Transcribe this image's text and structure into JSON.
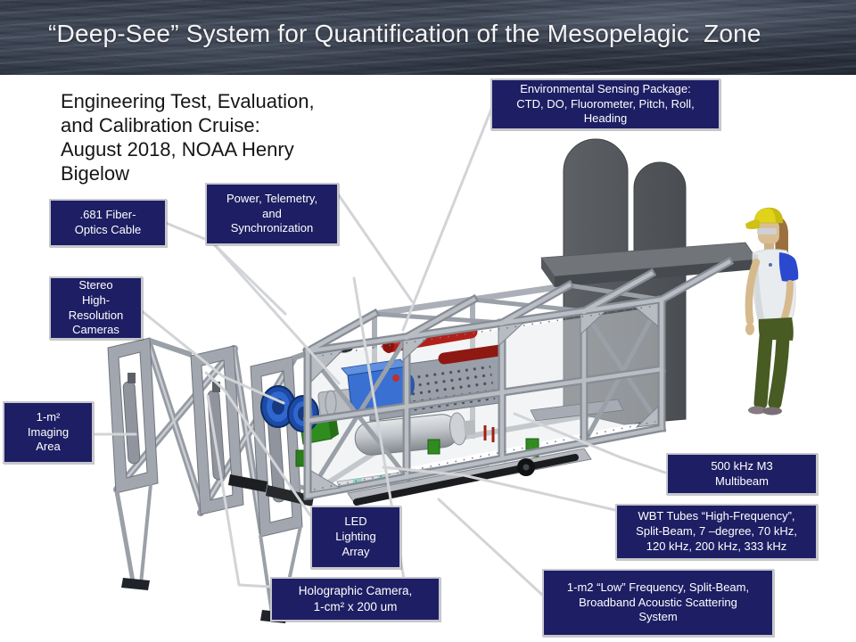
{
  "slide": {
    "title": "“Deep-See” System for Quantification of the Mesopelagic  Zone",
    "cruise_note": "Engineering Test, Evaluation,\nand Calibration Cruise:\nAugust 2018, NOAA Henry\nBigelow"
  },
  "component_labels": {
    "environmental_sensing": "Environmental Sensing Package:\nCTD, DO, Fluorometer, Pitch, Roll,\nHeading",
    "fiber_optics": ".681 Fiber-\nOptics Cable",
    "power_telemetry": "Power, Telemetry,\nand\nSynchronization",
    "stereo_cameras": "Stereo\nHigh-\nResolution\nCameras",
    "imaging_area": "1-m²\nImaging\nArea",
    "m3_multibeam": "500 kHz M3\nMultibeam",
    "wbt_tubes": "WBT Tubes “High-Frequency”,\nSplit-Beam, 7 –degree, 70 kHz,\n120 kHz, 200 kHz, 333 kHz",
    "led_array": "LED\nLighting\nArray",
    "holographic_camera": "Holographic Camera,\n1-cm² x 200 um",
    "low_frequency": "1-m2 “Low” Frequency, Split-Beam,\nBroadband Acoustic Scattering\nSystem"
  },
  "colors": {
    "label_box_bg": "#1e1e64",
    "label_box_border": "#c6c8ce",
    "label_text": "#ffffff",
    "title_text": "#f4f4f6",
    "header_sea_dark": "#2b313d",
    "header_sea_mid": "#3e4654",
    "leader_line": "#d2d4d7",
    "frame_gray": "#a8acb4",
    "fin_dark": "#53565b",
    "camera_blue": "#2f67cf",
    "bracket_green": "#2f8c1f",
    "sensor_red": "#b2201a",
    "housing_silver": "#c7cacd",
    "cap_yellow": "#e0d31a",
    "pants_green": "#475b23"
  }
}
